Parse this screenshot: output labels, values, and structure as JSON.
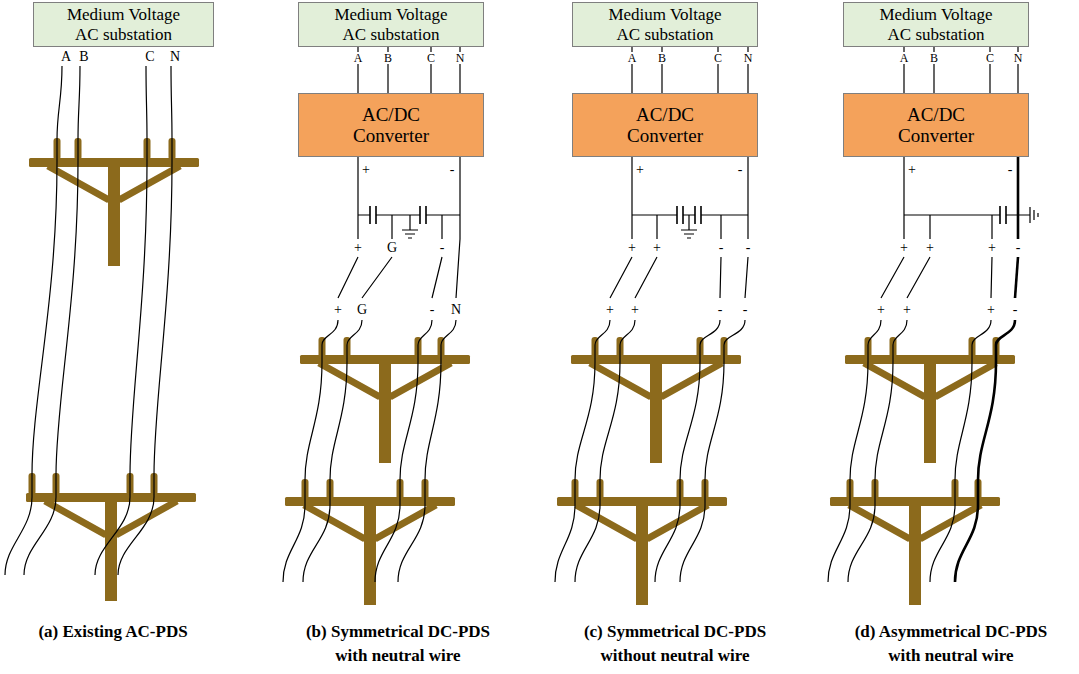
{
  "diagram": {
    "nodes": [
      {
        "text": [
          "Medium Voltage AC substation"
        ]
      },
      {
        "text": [
          "Medium Voltage AC substation"
        ]
      },
      {
        "text": [
          "AC/DC Converter"
        ]
      },
      {
        "text": [
          "Medium Voltage AC substation"
        ]
      },
      {
        "text": [
          "AC/DC Converter"
        ]
      },
      {
        "text": [
          "Medium Voltage AC substation"
        ]
      },
      {
        "text": [
          "AC/DC Converter"
        ]
      }
    ],
    "edges": [
      {
        "from": 1,
        "to": 2,
        "arrow": "none",
        "label": "A"
      },
      {
        "from": 1,
        "to": 2,
        "arrow": "none",
        "label": "B"
      },
      {
        "from": 1,
        "to": 2,
        "arrow": "none",
        "label": "C"
      },
      {
        "from": 1,
        "to": 2,
        "arrow": "none",
        "label": "N"
      },
      {
        "from": 3,
        "to": 4,
        "arrow": "none",
        "label": "A"
      },
      {
        "from": 3,
        "to": 4,
        "arrow": "none",
        "label": "B"
      },
      {
        "from": 3,
        "to": 4,
        "arrow": "none",
        "label": "C"
      },
      {
        "from": 3,
        "to": 4,
        "arrow": "none",
        "label": "N"
      },
      {
        "from": 5,
        "to": 6,
        "arrow": "none",
        "label": "A"
      },
      {
        "from": 5,
        "to": 6,
        "arrow": "none",
        "label": "B"
      },
      {
        "from": 5,
        "to": 6,
        "arrow": "none",
        "label": "C"
      },
      {
        "from": 5,
        "to": 6,
        "arrow": "none",
        "label": "N"
      }
    ],
    "labels": [
      "A",
      "B",
      "C",
      "N",
      "+",
      "-",
      "+",
      "G",
      "-",
      "+",
      "G",
      "-",
      "N",
      "+",
      "-",
      "+",
      "+",
      "-",
      "-",
      "+",
      "+",
      "-",
      "-",
      "+",
      "-",
      "+",
      "+",
      "+",
      "-",
      "+",
      "+",
      "+",
      "-",
      "(a) Existing AC-PDS",
      "(b) Symmetrical DC-PDS with neutral wire",
      "(c) Symmetrical DC-PDS without neutral wire",
      "(d) Asymmetrical DC-PDS with neutral wire"
    ]
  }
}
